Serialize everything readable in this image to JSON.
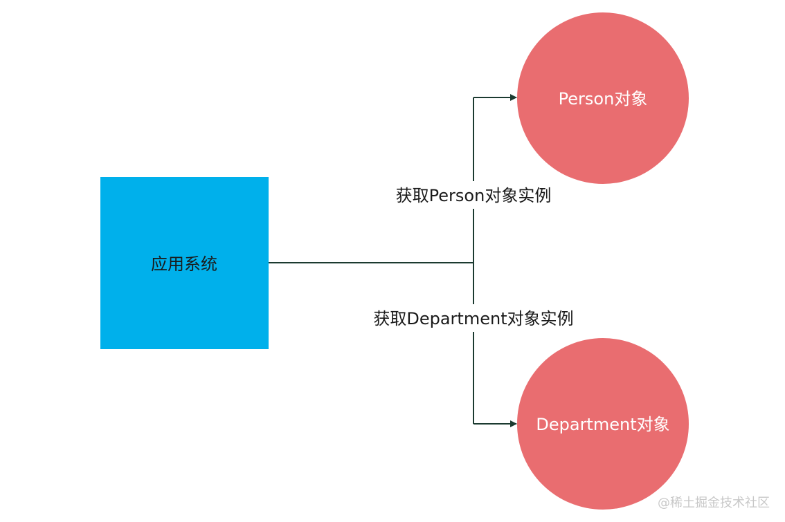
{
  "colors": {
    "app_box": "#00b0eb",
    "object_circle": "#e96d70",
    "line": "#1b3a30",
    "label_bg": "#ffffff",
    "node_text_dark": "#1a1a1a",
    "node_text_light": "#ffffff",
    "watermark": "#c8c8c8"
  },
  "nodes": {
    "app": {
      "label": "应用系统"
    },
    "person": {
      "label": "Person对象"
    },
    "department": {
      "label": "Department对象"
    }
  },
  "edges": {
    "get_person": {
      "label": "获取Person对象实例"
    },
    "get_department": {
      "label": "获取Department对象实例"
    }
  },
  "watermark": {
    "text": "@稀土掘金技术社区"
  }
}
